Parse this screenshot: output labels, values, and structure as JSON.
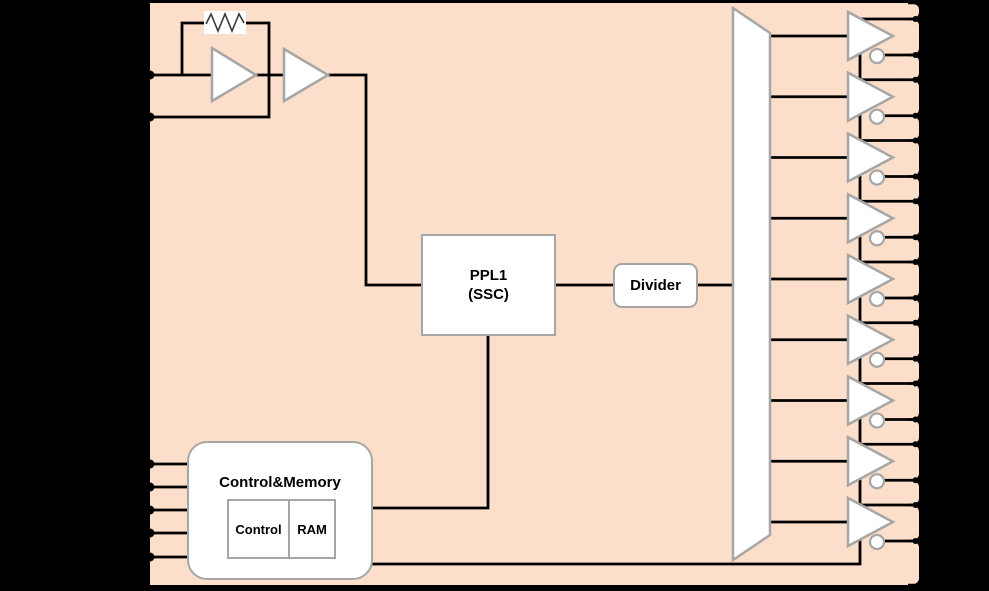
{
  "colors": {
    "background": "#000000",
    "chip_fill": "#fbdfca",
    "block_fill": "#ffffff",
    "block_border": "#a6a6a6",
    "wire": "#000000",
    "text": "#000000"
  },
  "blocks": {
    "pll": {
      "line1": "PPL1",
      "line2": "(SSC)"
    },
    "divider": {
      "label": "Divider"
    },
    "control_memory": {
      "title": "Control&Memory",
      "control_label": "Control",
      "ram_label": "RAM"
    }
  },
  "pins": {
    "left_crystal_pin_count": 2,
    "left_control_pin_count": 5,
    "right_output_wire_count": 18
  },
  "output_buffers": {
    "count": 9,
    "outputs_per_buffer": 2
  }
}
